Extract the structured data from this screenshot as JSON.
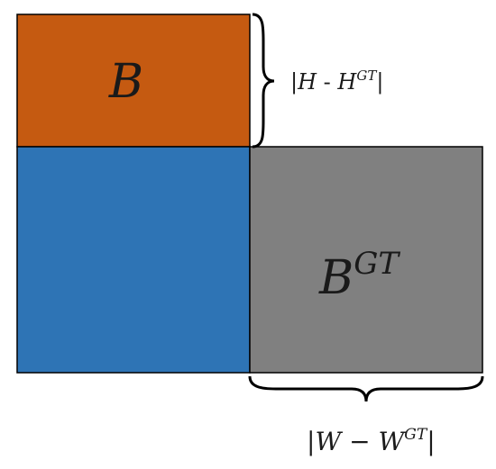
{
  "diagram": {
    "box_b": {
      "label": "B",
      "color": "#c55a11"
    },
    "box_overlap": {
      "color": "#2e74b5"
    },
    "box_gt": {
      "label_base": "B",
      "label_sup": "GT",
      "color": "#808080"
    },
    "height_diff": {
      "bar_left": "|",
      "var": "H",
      "minus": " - ",
      "var2": "H",
      "sup": "GT",
      "bar_right": "|"
    },
    "width_diff": {
      "bar_left": "|",
      "var": "W",
      "minus": " − ",
      "var2": "W",
      "sup": "GT",
      "bar_right": "|"
    }
  }
}
